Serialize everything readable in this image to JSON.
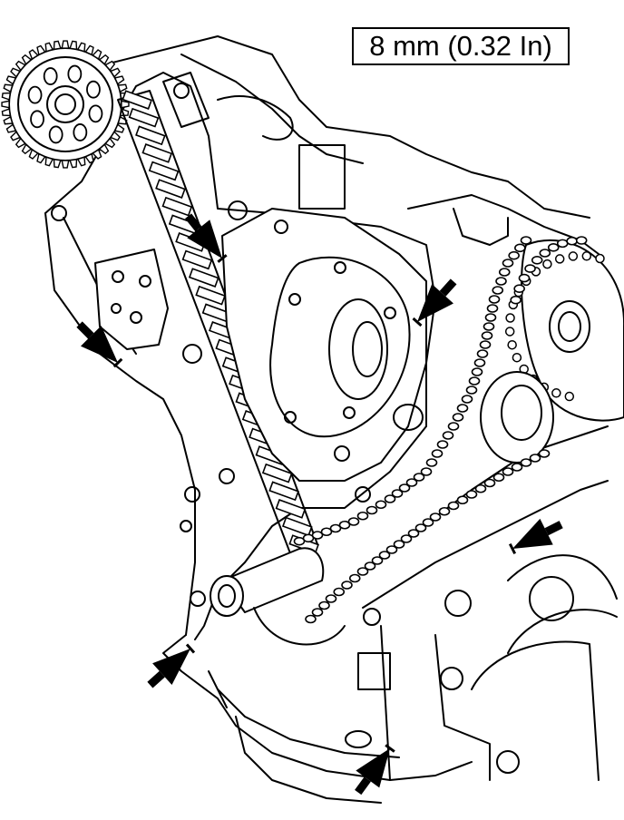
{
  "callout": {
    "dimension_label": "8 mm (0.32 In)"
  },
  "colors": {
    "line": "#000000",
    "background": "#ffffff"
  },
  "indicators": [
    {
      "name": "arrow-upper-left",
      "icon": "pointer-arrow-icon"
    },
    {
      "name": "arrow-chain-guide",
      "icon": "pointer-arrow-icon"
    },
    {
      "name": "arrow-upper-right",
      "icon": "pointer-arrow-icon"
    },
    {
      "name": "arrow-right-lower",
      "icon": "pointer-arrow-icon"
    },
    {
      "name": "arrow-lower-left",
      "icon": "pointer-arrow-icon"
    },
    {
      "name": "arrow-bottom",
      "icon": "pointer-arrow-icon"
    }
  ]
}
